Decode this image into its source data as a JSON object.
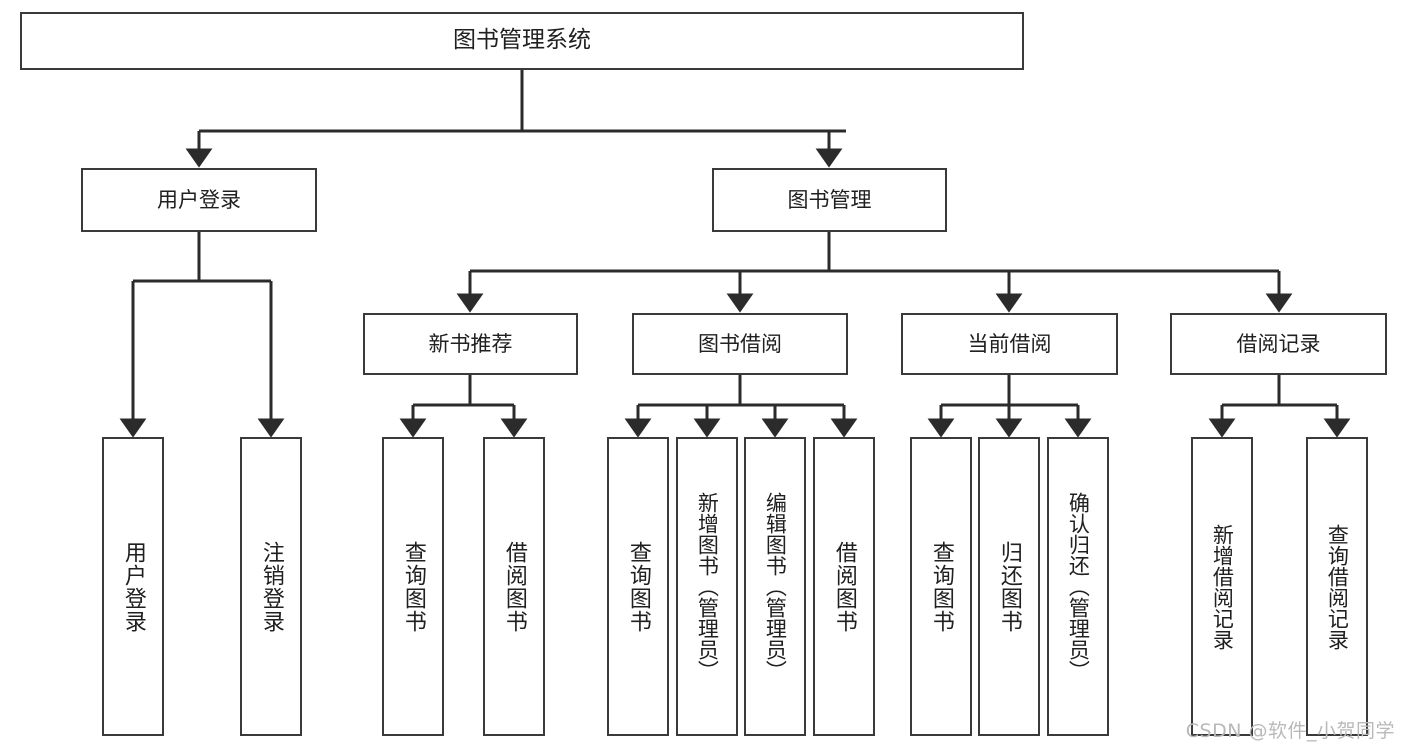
{
  "diagram": {
    "title": "图书管理系统",
    "type": "tree-hierarchy-chart",
    "watermark": "CSDN @软件_小贺同学",
    "colors": {
      "background": "#ffffff",
      "box_border": "#3a3a3a",
      "connector": "#2b2b2b",
      "text": "#202020",
      "watermark": "#b9b9b9"
    },
    "root": {
      "id": "root",
      "label": "图书管理系统"
    },
    "level2": [
      {
        "id": "user-login",
        "label": "用户登录"
      },
      {
        "id": "book-management",
        "label": "图书管理"
      }
    ],
    "level3": [
      {
        "id": "new-book-recommend",
        "label": "新书推荐",
        "parent": "book-management"
      },
      {
        "id": "book-borrow",
        "label": "图书借阅",
        "parent": "book-management"
      },
      {
        "id": "current-borrow",
        "label": "当前借阅",
        "parent": "book-management"
      },
      {
        "id": "borrow-record",
        "label": "借阅记录",
        "parent": "book-management"
      }
    ],
    "leaves": [
      {
        "id": "leaf-user-login",
        "label": "用户登录",
        "parent": "user-login"
      },
      {
        "id": "leaf-logout-login",
        "label": "注销登录",
        "parent": "user-login"
      },
      {
        "id": "leaf-query-book-1",
        "label": "查询图书",
        "parent": "new-book-recommend"
      },
      {
        "id": "leaf-borrow-book-1",
        "label": "借阅图书",
        "parent": "new-book-recommend"
      },
      {
        "id": "leaf-query-book-2",
        "label": "查询图书",
        "parent": "book-borrow"
      },
      {
        "id": "leaf-add-book",
        "label": "新增图书（管理员）",
        "parent": "book-borrow"
      },
      {
        "id": "leaf-edit-book",
        "label": "编辑图书（管理员）",
        "parent": "book-borrow"
      },
      {
        "id": "leaf-borrow-book-2",
        "label": "借阅图书",
        "parent": "book-borrow"
      },
      {
        "id": "leaf-query-book-3",
        "label": "查询图书",
        "parent": "current-borrow"
      },
      {
        "id": "leaf-return-book",
        "label": "归还图书",
        "parent": "current-borrow"
      },
      {
        "id": "leaf-confirm-return",
        "label": "确认归还（管理员）",
        "parent": "current-borrow"
      },
      {
        "id": "leaf-add-record",
        "label": "新增借阅记录",
        "parent": "borrow-record"
      },
      {
        "id": "leaf-query-record",
        "label": "查询借阅记录",
        "parent": "borrow-record"
      }
    ]
  }
}
